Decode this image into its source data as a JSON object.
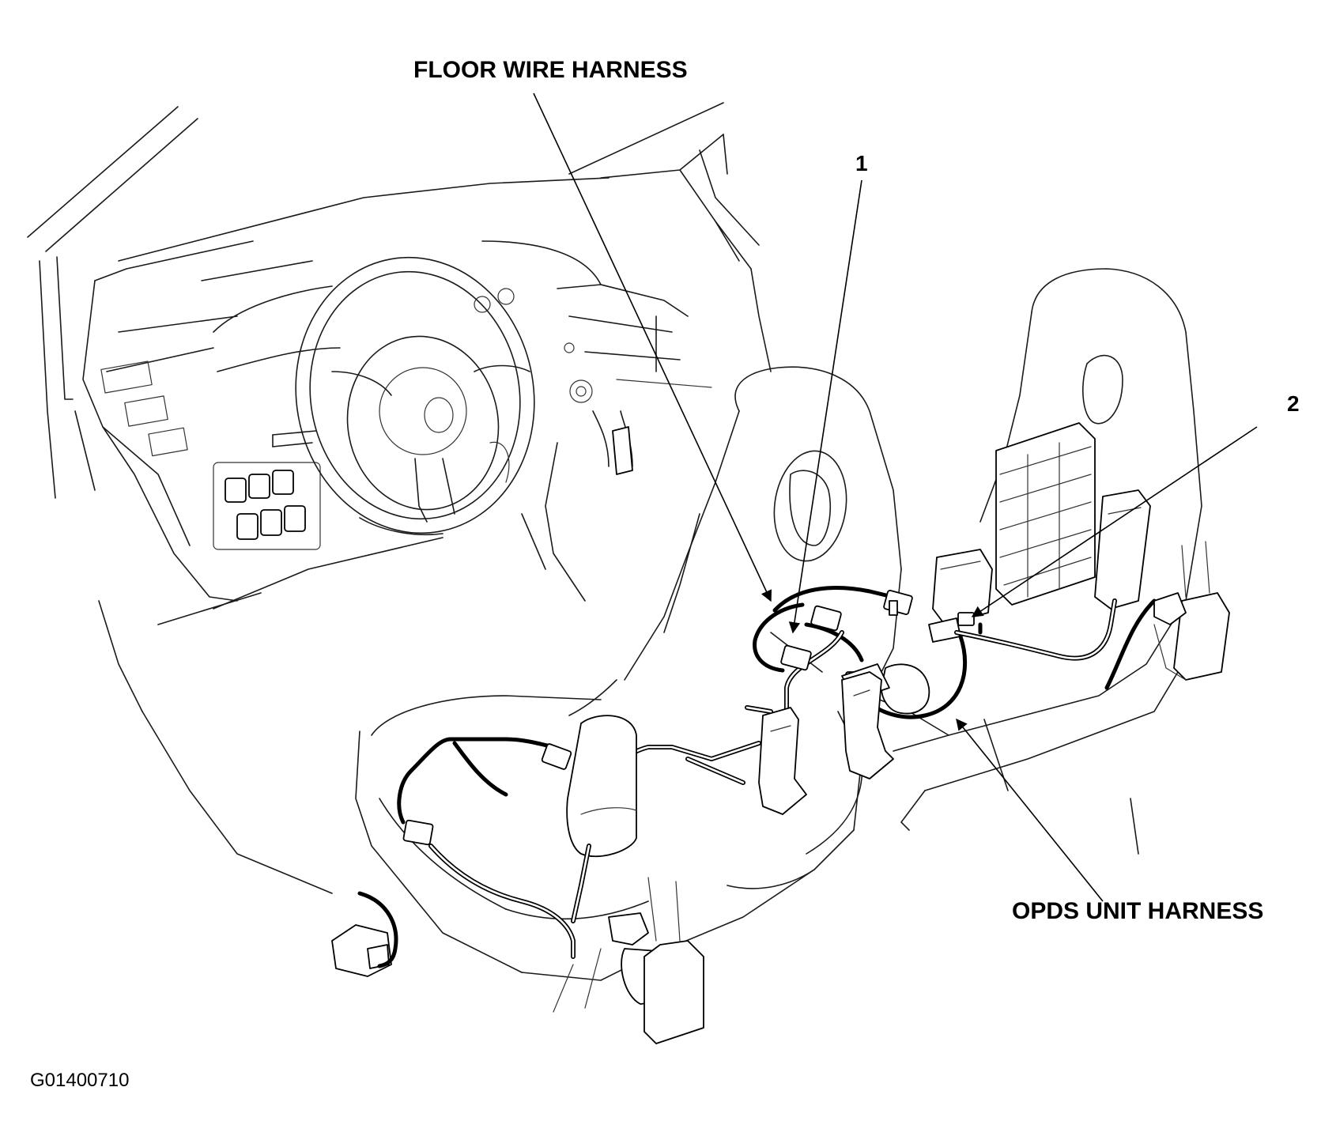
{
  "labels": {
    "floor_wire_harness": "FLOOR WIRE HARNESS",
    "opds_unit_harness": "OPDS UNIT HARNESS",
    "callout_1": "1",
    "callout_2": "2",
    "figure_code": "G01400710"
  }
}
